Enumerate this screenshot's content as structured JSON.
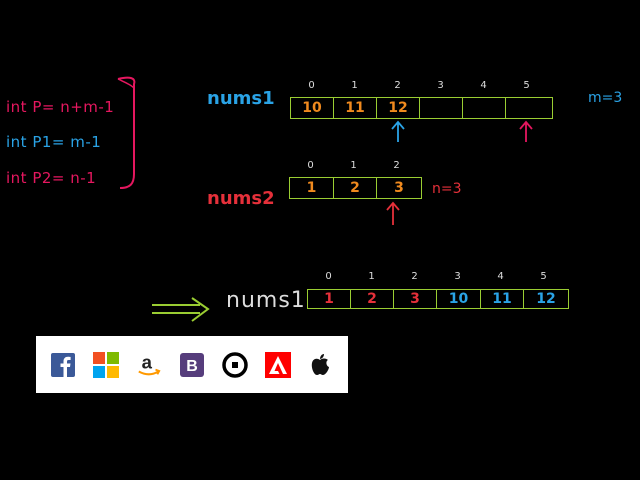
{
  "colors": {
    "magenta": "#e5175f",
    "blue": "#2aa3e6",
    "orange": "#f08a1e",
    "red": "#e5303a",
    "green": "#9acd32"
  },
  "code": {
    "line1": "int P= n+m-1",
    "line2": "int P1= m-1",
    "line3": "int P2= n-1"
  },
  "nums1": {
    "label": "nums1",
    "indices": [
      "0",
      "1",
      "2",
      "3",
      "4",
      "5"
    ],
    "cells": [
      "10",
      "11",
      "12",
      "",
      "",
      ""
    ],
    "m_label": "m=3"
  },
  "nums2": {
    "label": "nums2",
    "indices": [
      "0",
      "1",
      "2"
    ],
    "cells": [
      "1",
      "2",
      "3"
    ],
    "n_label": "n=3"
  },
  "result": {
    "label": "nums1",
    "indices": [
      "0",
      "1",
      "2",
      "3",
      "4",
      "5"
    ],
    "cells": [
      "1",
      "2",
      "3",
      "10",
      "11",
      "12"
    ]
  },
  "logos": [
    "facebook-logo",
    "microsoft-logo",
    "amazon-logo",
    "bootstrap-logo",
    "uber-logo",
    "adobe-logo",
    "apple-logo"
  ]
}
